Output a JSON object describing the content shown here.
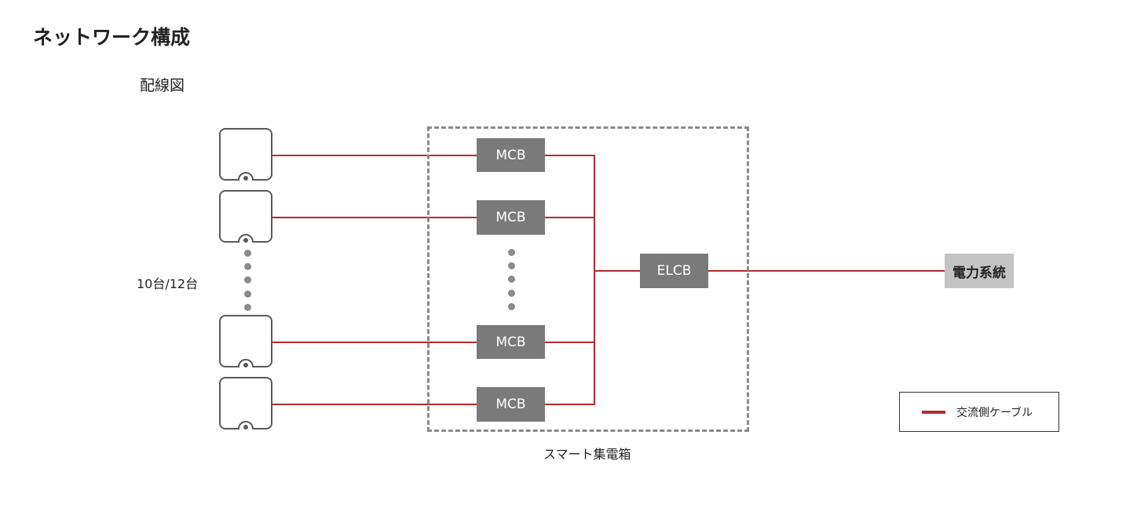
{
  "title": "ネットワーク構成",
  "subtitle": "配線図",
  "device_count_label": "10台/12台",
  "breakers": {
    "mcb_labels": [
      "MCB",
      "MCB",
      "MCB",
      "MCB"
    ],
    "elcb_label": "ELCB"
  },
  "panel_label": "スマート集電箱",
  "grid_label": "電力系統",
  "legend": {
    "ac_cable_label": "交流側ケーブル",
    "ac_cable_color": "#b52a2e"
  },
  "colors": {
    "breaker_fill": "#7a7a7a",
    "grid_fill": "#c4c4c4",
    "device_border": "#5a5a5a",
    "panel_border": "#8a8a8a"
  }
}
